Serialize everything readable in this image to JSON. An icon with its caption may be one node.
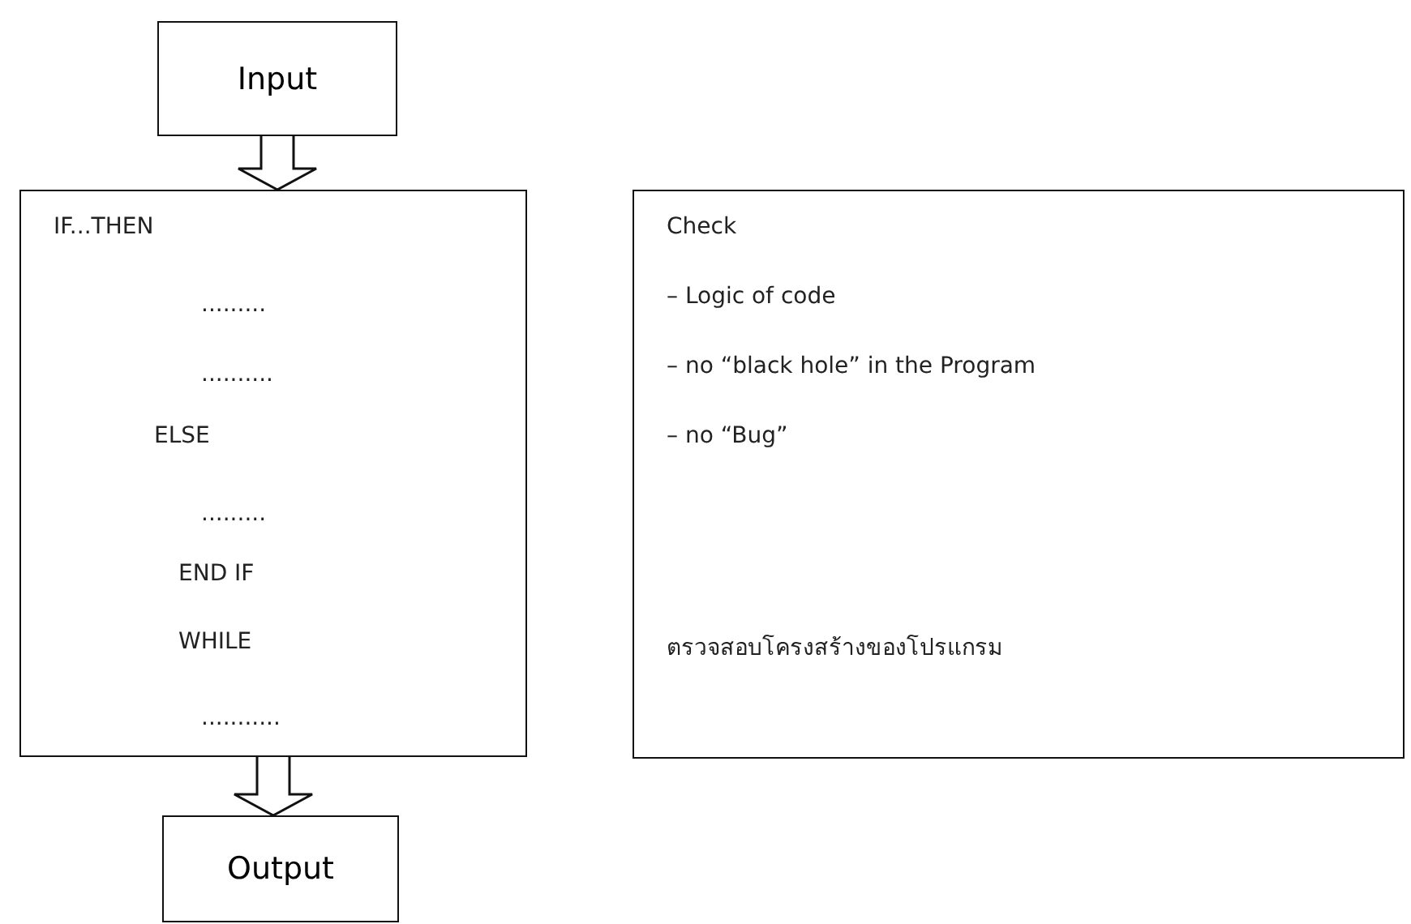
{
  "diagram": {
    "nodes": [
      {
        "text": [
          "Input"
        ]
      },
      {
        "text": [
          "IF...THEN",
          ".........",
          "..........",
          "ELSE",
          ".........",
          "END IF",
          "WHILE",
          "..........."
        ]
      },
      {
        "text": [
          "Check",
          "– Logic of code",
          "– no “black hole” in the Program",
          "– no “Bug”",
          "ตรวจสอบโครงสร้างของโปรแกรม"
        ]
      },
      {
        "text": [
          "Output"
        ]
      }
    ],
    "edges": [
      {
        "from": 0,
        "to": 1,
        "arrow": "to"
      },
      {
        "from": 1,
        "to": 3,
        "arrow": "to"
      }
    ]
  }
}
